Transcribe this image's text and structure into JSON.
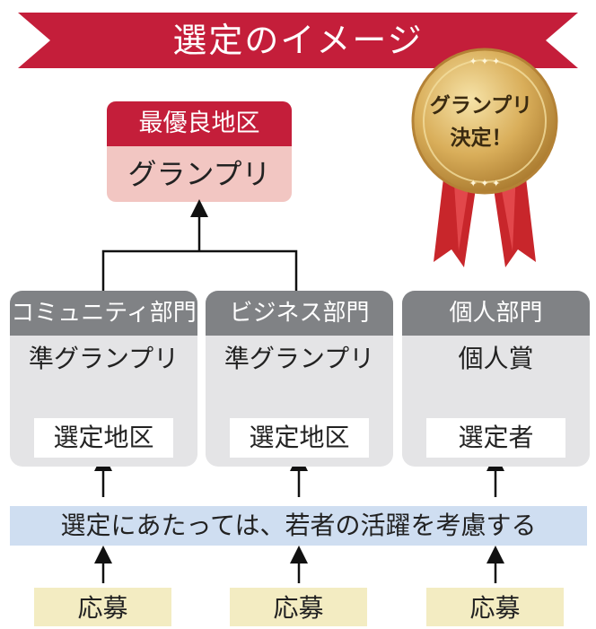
{
  "banner": {
    "title": "選定のイメージ"
  },
  "medal": {
    "line1": "グランプリ",
    "line2": "決定！"
  },
  "top": {
    "header": "最優良地区",
    "award": "グランプリ"
  },
  "panels": [
    {
      "header": "コミュニティ部門",
      "award": "準グランプリ",
      "selection": "選定地区"
    },
    {
      "header": "ビジネス部門",
      "award": "準グランプリ",
      "selection": "選定地区"
    },
    {
      "header": "個人部門",
      "award": "個人賞",
      "selection": "選定者"
    }
  ],
  "note": "選定にあたっては、若者の活躍を考慮する",
  "applications": [
    "応募",
    "応募",
    "応募"
  ],
  "colors": {
    "banner": "#c41e3a",
    "top_header": "#c41e3a",
    "top_body": "#f2c6c2",
    "panel_bg": "#e4e4e6",
    "panel_header": "#808285",
    "note_bg": "#cfdef1",
    "apply_bg": "#f3ecc2",
    "medal_gold": "#d9ae5a"
  }
}
